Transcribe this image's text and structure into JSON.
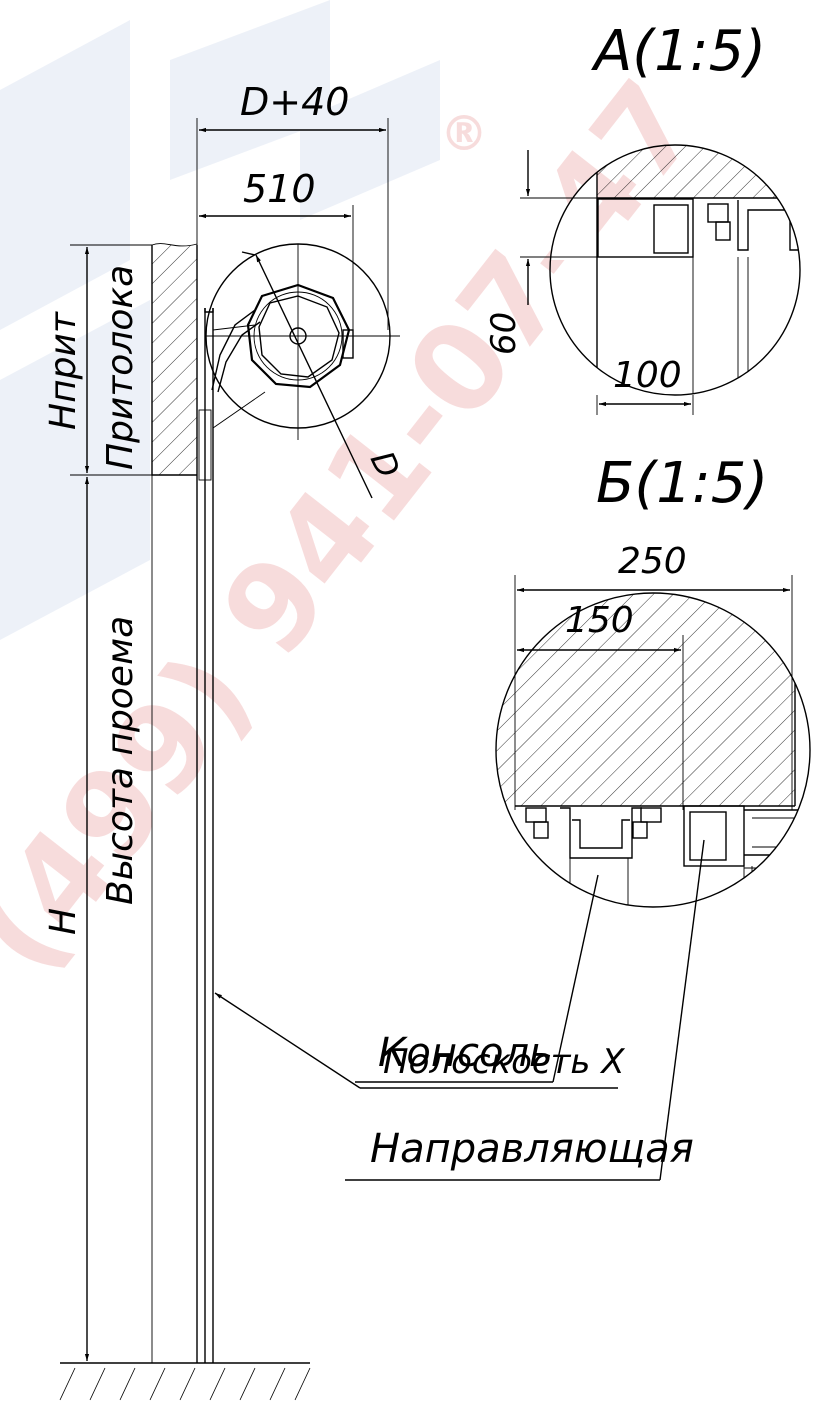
{
  "watermark": {
    "phone_text": "(499) 941-07-47",
    "registered_mark": "®",
    "colors": {
      "phone": "#e9a3a3",
      "logo": "#c7d3ea"
    }
  },
  "main_view": {
    "dim_width_total": "D+40",
    "dim_width_510": "510",
    "dim_diameter": "D",
    "label_hprit": "Hприт",
    "label_lintel": "Притолока",
    "label_h": "H",
    "label_opening_height": "Высота проема",
    "label_strip": "Полоскость X"
  },
  "detail_a": {
    "title": "А(1:5)",
    "dim_60": "60",
    "dim_100": "100"
  },
  "detail_b": {
    "title": "Б(1:5)",
    "dim_250": "250",
    "dim_150": "150",
    "label_console": "Консоль",
    "label_guide": "Направляющая"
  }
}
